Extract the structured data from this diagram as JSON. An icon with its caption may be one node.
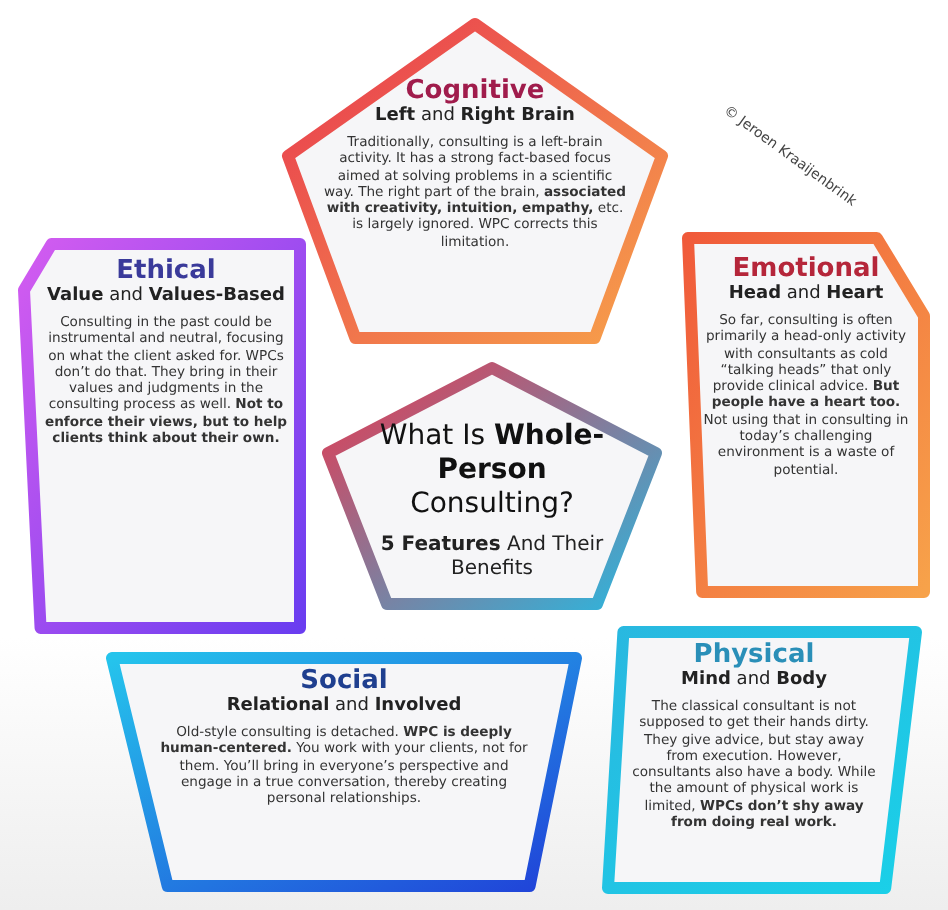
{
  "diagram": {
    "nodes": [
      {
        "text": [
          "Cognitive",
          "**Left** and **Right Brain**",
          "Traditionally, consulting is a left-brain activity. It has a strong fact-based focus aimed at solving problems in a scientific way. The right part of the brain, **associated with creativity, intuition, empathy,** etc. is largely ignored. WPC corrects this limitation."
        ]
      },
      {
        "text": [
          "Emotional",
          "**Head** and **Heart**",
          "So far, consulting is often primarily a head-only activity with consultants as cold “talking heads” that only provide clinical advice. **But people have a heart too.** Not using that in consulting in today’s challenging environment is a waste of potential."
        ]
      },
      {
        "text": [
          "Ethical",
          "**Value** and **Values-Based**",
          "Consulting in the past could be instrumental and neutral, focusing on what the client asked for. WPCs don’t do that. They bring in their values and judgments in the consulting process as well. **Not to enforce their views, but to help clients think about their own.**"
        ]
      },
      {
        "text": [
          "What Is **Whole-Person** Consulting?",
          "**5 Features** And Their Benefits"
        ]
      },
      {
        "text": [
          "Physical",
          "**Mind** and **Body**",
          "The classical consultant is not supposed to get their hands dirty. They give advice, but stay away from execution. However, consultants also have a body. While the amount of physical work is limited, **WPCs don’t shy away from doing real work.**"
        ]
      },
      {
        "text": [
          "Social",
          "**Relational** and **Involved**",
          "Old-style consulting is detached. **WPC is deeply human-centered.** You work with your clients, not for them. You’ll bring in everyone’s perspective and engage in a true conversation, thereby creating personal relationships."
        ]
      }
    ],
    "labels": [
      "© Jeroen Kraaijenbrink"
    ]
  }
}
